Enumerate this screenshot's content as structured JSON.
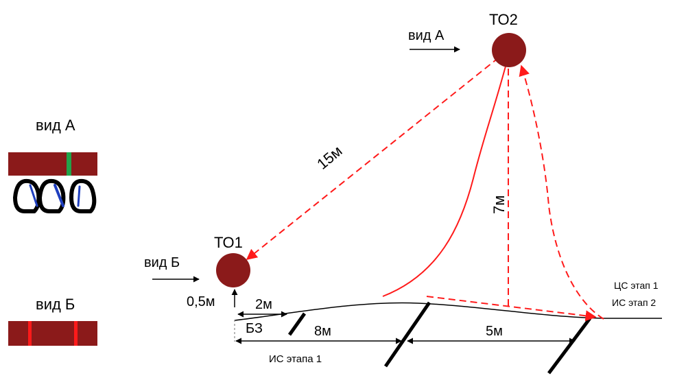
{
  "legend": {
    "view_a": {
      "title": "вид А",
      "bar_color": "#8b1a1a",
      "marker_color": "#22a34a",
      "carabiner_accent": "#1f3fbf"
    },
    "view_b": {
      "title": "вид Б",
      "bar_color": "#8b1a1a",
      "marker_color": "#ff1a1a"
    }
  },
  "points": {
    "to1": "ТО1",
    "to2": "ТО2",
    "color": "#8b1a1a"
  },
  "views": {
    "a": "вид А",
    "b": "вид Б"
  },
  "dimensions": {
    "diag": "15м",
    "vertical": "7м",
    "height_05": "0,5м",
    "d2": "2м",
    "d8": "8м",
    "d5": "5м",
    "bz": "БЗ"
  },
  "stages": {
    "is_stage1": "ИС этапа 1",
    "cs_stage1": "ЦС этап 1",
    "is_stage2": "ИС этап 2"
  },
  "colors": {
    "rope": "#ff2a2a",
    "ground": "#000000"
  }
}
